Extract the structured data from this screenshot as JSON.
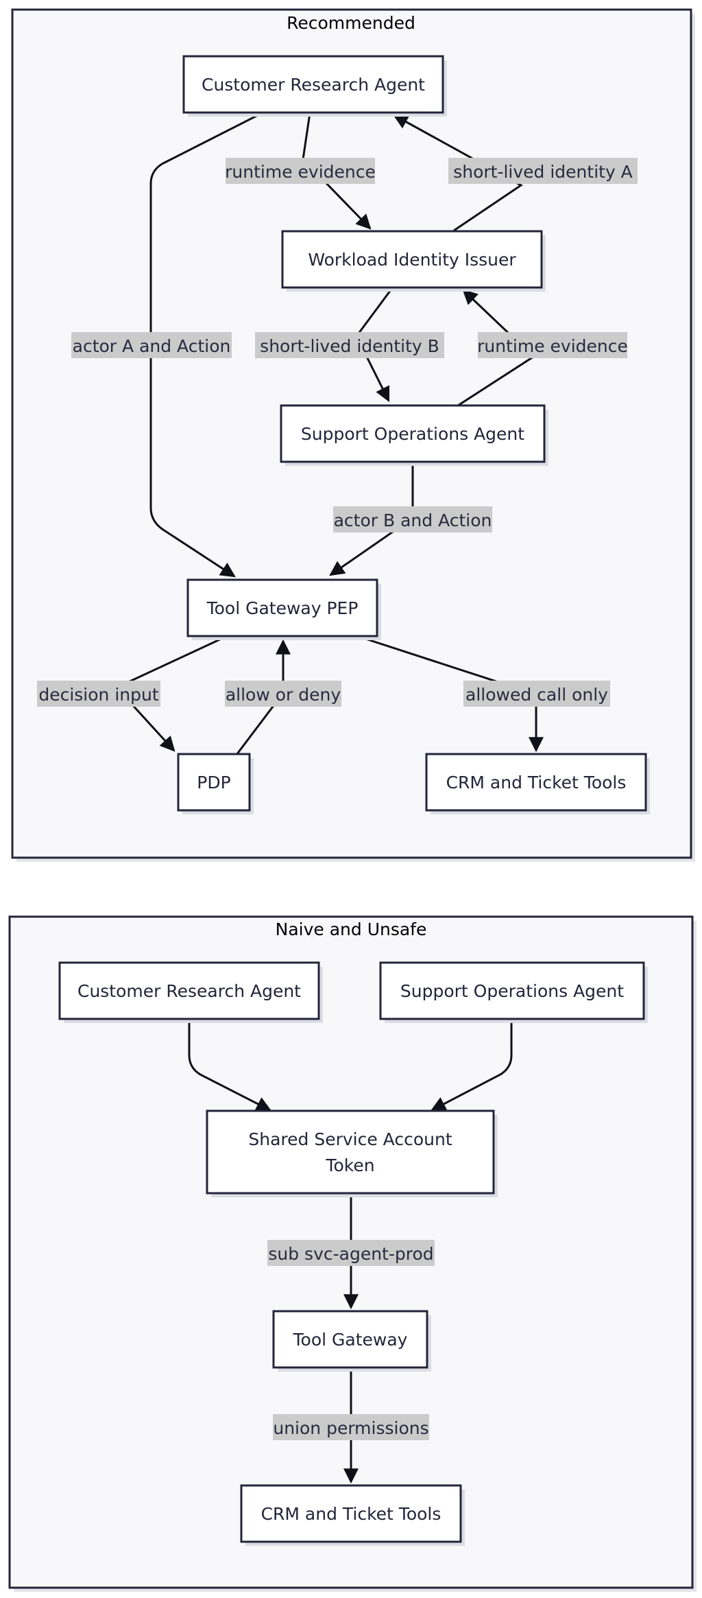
{
  "clusters": {
    "recommended": {
      "title": "Recommended",
      "nodes": {
        "customer_research_agent": "Customer Research Agent",
        "workload_identity_issuer": "Workload Identity Issuer",
        "support_operations_agent": "Support Operations Agent",
        "tool_gateway_pep": "Tool Gateway PEP",
        "pdp": "PDP",
        "crm_ticket_tools": "CRM and Ticket Tools"
      },
      "edge_labels": {
        "runtime_evidence_a": "runtime evidence",
        "short_lived_identity_a": "short-lived identity A",
        "actor_a_action": "actor A and Action",
        "short_lived_identity_b": "short-lived identity B",
        "runtime_evidence_b": "runtime evidence",
        "actor_b_action": "actor B and Action",
        "decision_input": "decision input",
        "allow_or_deny": "allow or deny",
        "allowed_call_only": "allowed call only"
      }
    },
    "naive": {
      "title": "Naive and Unsafe",
      "nodes": {
        "customer_research_agent": "Customer Research Agent",
        "support_operations_agent": "Support Operations Agent",
        "shared_token_line1": "Shared Service Account",
        "shared_token_line2": "Token",
        "tool_gateway": "Tool Gateway",
        "crm_ticket_tools": "CRM and Ticket Tools"
      },
      "edge_labels": {
        "sub_svc_agent_prod": "sub svc-agent-prod",
        "union_permissions": "union permissions"
      }
    }
  }
}
